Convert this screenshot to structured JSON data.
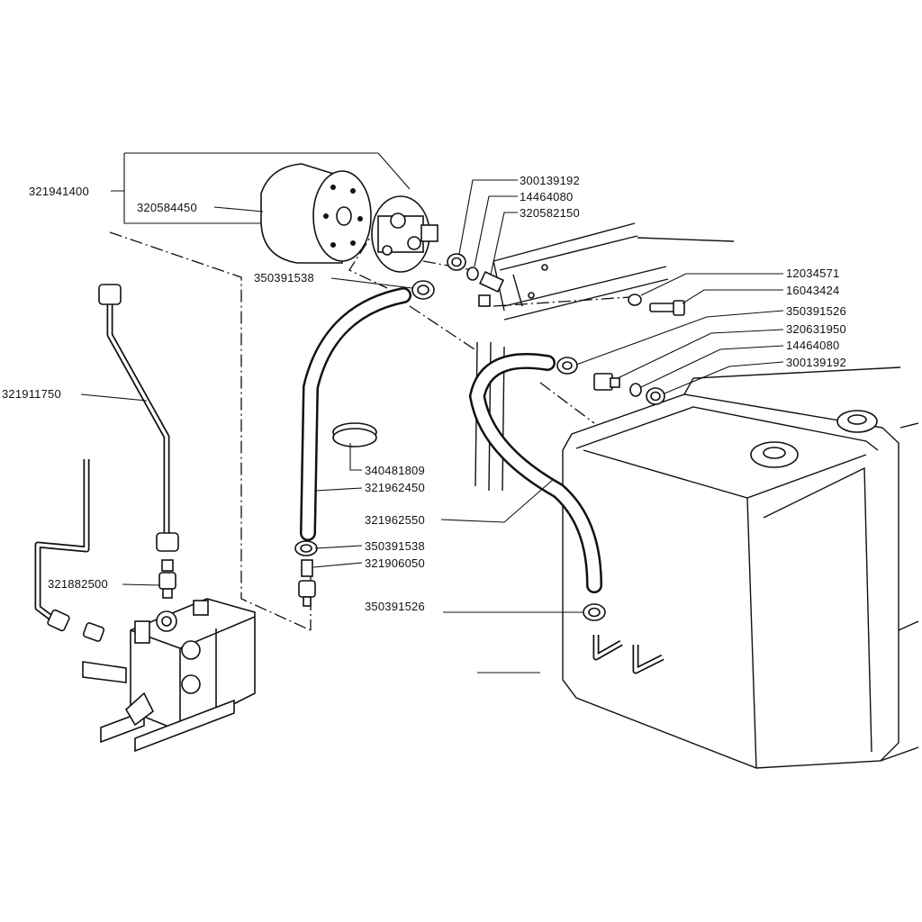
{
  "diagram": {
    "part_numbers": {
      "filter_assembly": "321941400",
      "filter_cartridge": "320584450",
      "pipe_rigid": "321911750",
      "valve_fitting": "321882500",
      "clamp_upper_left": "350391538",
      "washer_top_1": "300139192",
      "ring_top": "14464080",
      "union_top": "320582150",
      "screw_washer": "12034571",
      "bolt": "16043424",
      "clamp_right": "350391526",
      "union_right": "320631950",
      "ring_right": "14464080",
      "washer_right": "300139192",
      "band_clamp": "340481809",
      "hose_left": "321962450",
      "hose_right": "321962550",
      "clamp_lower_left": "350391538",
      "fitting_lower": "321906050",
      "clamp_lower_right": "350391526"
    }
  }
}
